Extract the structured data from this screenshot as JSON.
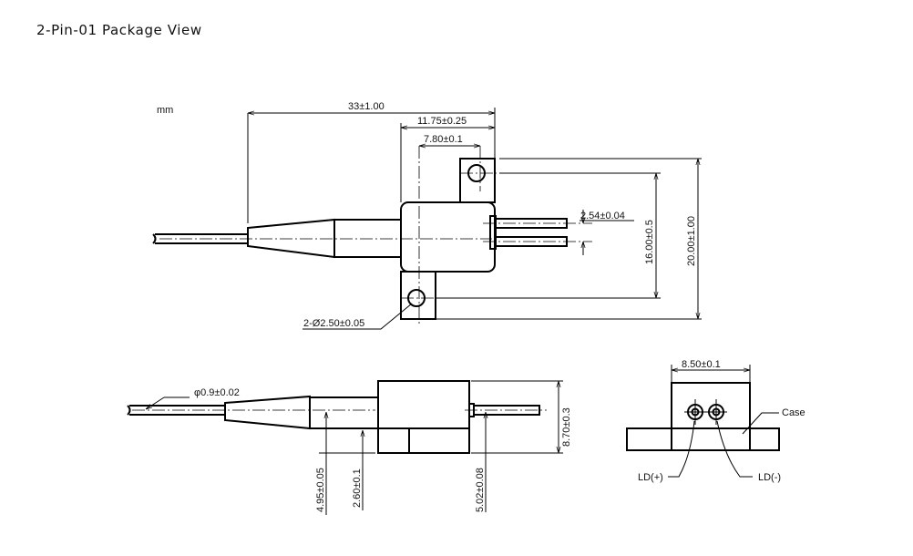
{
  "title": "2-Pin-01 Package View",
  "unit": "mm",
  "top_view": {
    "overall_length": "33±1.00",
    "body_length": "11.75±0.25",
    "hole_offset": "7.80±0.1",
    "pin_pitch": "2.54±0.04",
    "hole_spacing": "16.00±0.5",
    "overall_width": "20.00±1.00",
    "holes": "2-Ø2.50±0.05"
  },
  "side_view": {
    "fiber_diameter": "φ0.9±0.02",
    "height": "8.70±0.3",
    "fiber_axis_height": "4.95±0.05",
    "flange_height": "2.60±0.1",
    "pin_height": "5.02±0.08"
  },
  "front_view": {
    "width": "8.50±0.1",
    "case_label": "Case",
    "ld_plus": "LD(+)",
    "ld_minus": "LD(-)"
  }
}
